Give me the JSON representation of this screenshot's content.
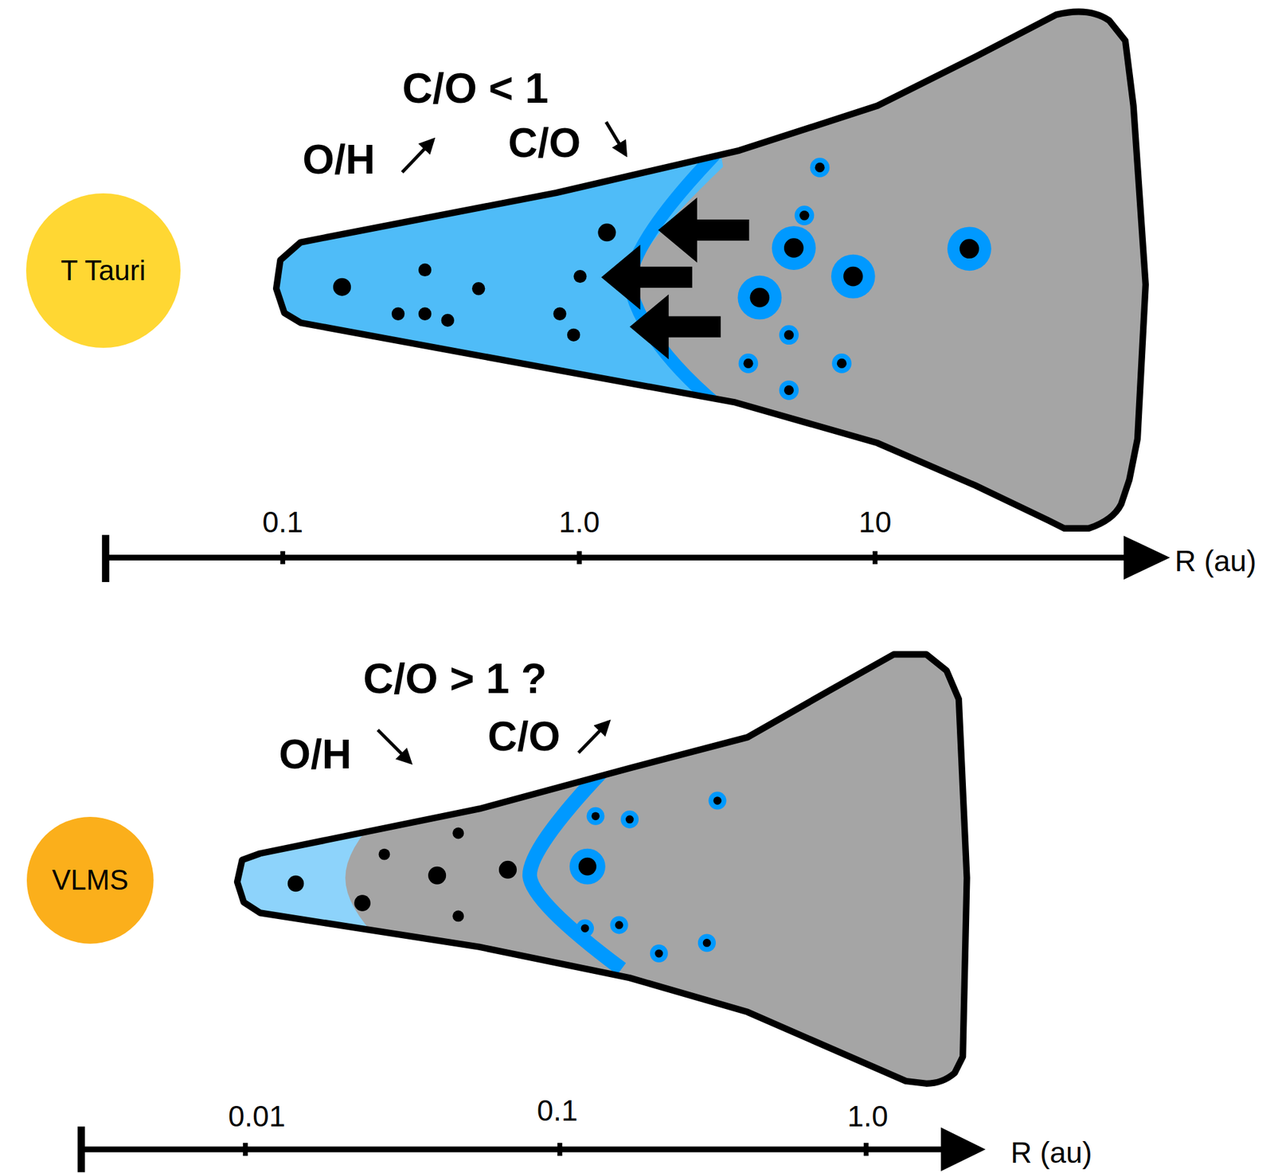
{
  "diagram": {
    "nodes": [
      {
        "text": [
          "T Tauri"
        ]
      },
      {
        "text": [
          "VLMS"
        ]
      }
    ],
    "labels": [
      "C/O < 1",
      "O/H",
      "C/O",
      "0.1",
      "1.0",
      "10",
      "R (au)",
      "C/O > 1 ?",
      "O/H",
      "C/O",
      "0.01",
      "0.1",
      "1.0",
      "R (au)"
    ]
  }
}
